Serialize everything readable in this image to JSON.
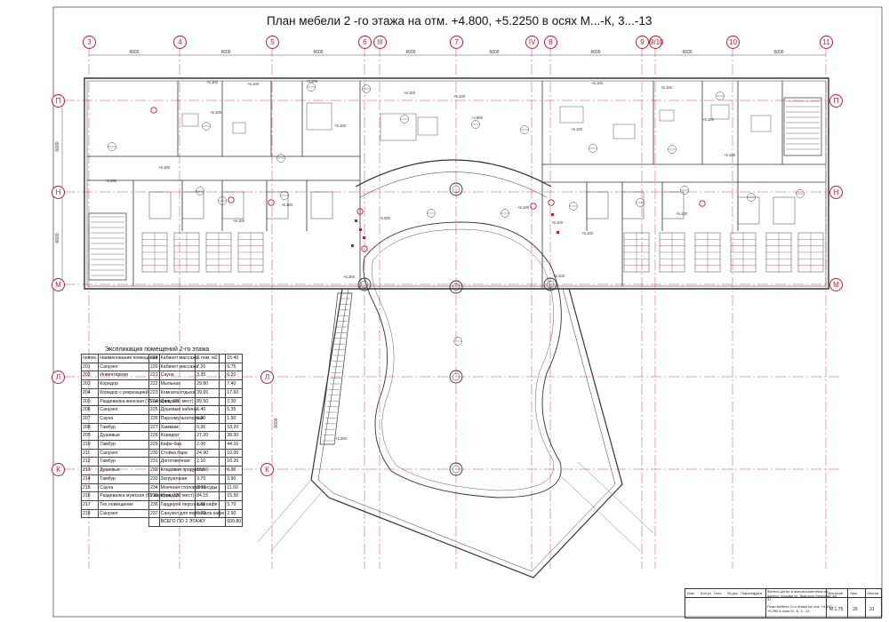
{
  "title": "План мебели 2 -го этажа на отм. +4.800, +5.2250 в осях М...-К, 3...-13",
  "colors": {
    "line": "#c8152a",
    "dark": "#333333",
    "gray": "#8a8a8a"
  },
  "axes_top": [
    "3",
    "4",
    "5",
    "6",
    "III",
    "7",
    "IV",
    "8",
    "9",
    "9/10",
    "10",
    "11"
  ],
  "axes_left": [
    "П",
    "Н",
    "М",
    "Л",
    "К"
  ],
  "dims_top": [
    "6600",
    "6600",
    "6600",
    "6600",
    "6600",
    "6600",
    "6600",
    "6600",
    "6600"
  ],
  "dims_left": [
    "6600",
    "6600",
    "6600"
  ],
  "explication": {
    "title": "Экспликация помещений  2-го этажа",
    "header": [
      "№пом.",
      "Наименование помещения",
      "S пом. м2"
    ],
    "rows_left": [
      [
        "201",
        "Санузел",
        "7.20"
      ],
      [
        "202",
        "Инвентарная",
        "3.35"
      ],
      [
        "203",
        "Коридор",
        "29.80"
      ],
      [
        "204",
        "Коридор с рекреацией",
        "39.65"
      ],
      [
        "205",
        "Раздевалка женская (75 шкафов, 150 мест)",
        "89.50"
      ],
      [
        "206",
        "Санузел",
        "6.40"
      ],
      [
        "207",
        "Сауна",
        "6.20"
      ],
      [
        "208",
        "Тамбур",
        "6.00"
      ],
      [
        "209",
        "Душевые",
        "27.20"
      ],
      [
        "210",
        "Тамбур",
        "2.00"
      ],
      [
        "211",
        "Санузел",
        "24.90"
      ],
      [
        "212",
        "Тамбур",
        "2.10"
      ],
      [
        "213",
        "Душевые",
        "16.50"
      ],
      [
        "214",
        "Тамбур",
        "3.70"
      ],
      [
        "215",
        "Сауна",
        "8.60"
      ],
      [
        "216",
        "Раздевалка мужская (65 шкафов, 130 мест)",
        "84.15"
      ],
      [
        "217",
        "Тех.помещение",
        "1.65"
      ],
      [
        "218",
        "Санузел",
        "6.70"
      ]
    ],
    "rows_right": [
      [
        "219",
        "Кабинет массажа",
        "15.40"
      ],
      [
        "220",
        "Кабинет массажа",
        "9.75"
      ],
      [
        "221",
        "Сауна",
        "6.20"
      ],
      [
        "222",
        "Мыльная",
        "7.40"
      ],
      [
        "223",
        "Комната отдыха",
        "17.60"
      ],
      [
        "224",
        "Санузел",
        "2.30"
      ],
      [
        "225",
        "Душевые кабины",
        "5.35"
      ],
      [
        "226",
        "Пароэмульгаторная",
        "1.90"
      ],
      [
        "227",
        "Хаммам",
        "18.20"
      ],
      [
        "228",
        "Коридор",
        "38.00"
      ],
      [
        "229",
        "Кафе-бар",
        "44.10"
      ],
      [
        "230",
        "Стойка бара",
        "10.00"
      ],
      [
        "231",
        "Доготовочная",
        "16.20"
      ],
      [
        "232",
        "Кладовая продуктов",
        "6.30"
      ],
      [
        "233",
        "Загрузочная",
        "3.90"
      ],
      [
        "234",
        "Моечная столовой посуды",
        "11.60"
      ],
      [
        "235",
        "Коридор",
        "15.50"
      ],
      [
        "236",
        "Гардероб персонала кафе",
        "5.70"
      ],
      [
        "237",
        "Санузел для персонала кафе",
        "2.90"
      ],
      [
        "total",
        "ВСЕГО ПО 2 ЭТАЖУ",
        "609.80"
      ]
    ]
  },
  "stamp": {
    "cols": [
      "Изм.",
      "Кол.уч",
      "Лист",
      "№ док",
      "Подпись",
      "Дата"
    ],
    "project": "Фитнес-центр в жилом комплексе по адресу: Москва ул. Дмитрия Ульянова, вл. 31",
    "sheet_desc": "План мебели 2-го этажа на отм. +4.800, +5.250 в осях М...К, 3...13",
    "scale_label": "Масштаб",
    "sheet_label": "Лист",
    "sheets_label": "Листов",
    "scale": "М 1:75",
    "sheet": "29",
    "sheets": "31"
  },
  "levels": [
    "+5.100",
    "+4.800",
    "+5.250",
    "+5.000",
    "+1.200"
  ]
}
